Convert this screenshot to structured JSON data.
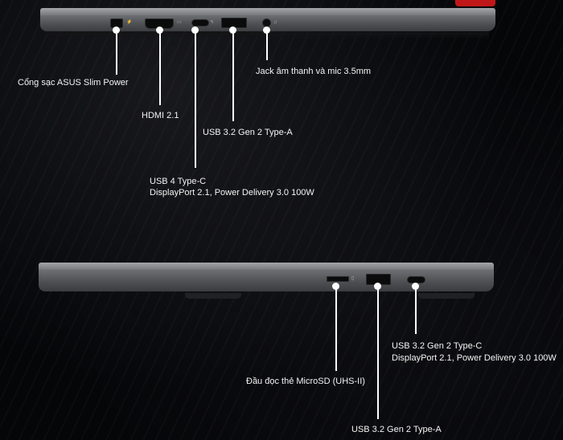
{
  "colors": {
    "background": "#050608",
    "laptop": "#6d6f73",
    "accent": "#c01818",
    "leader": "#ffffff"
  },
  "side_left": {
    "ports": [
      {
        "label": "Cổng sạc ASUS Slim Power",
        "icon": "power-port-icon"
      },
      {
        "label": "HDMI 2.1",
        "icon": "hdmi-port-icon"
      },
      {
        "label": "USB 4 Type-C",
        "sub": "DisplayPort 2.1, Power Delivery 3.0 100W",
        "icon": "usb-c-port-icon"
      },
      {
        "label": "USB 3.2 Gen 2 Type-A",
        "icon": "usb-a-port-icon"
      },
      {
        "label": "Jack âm thanh và mic 3.5mm",
        "icon": "audio-jack-icon"
      }
    ]
  },
  "side_right": {
    "ports": [
      {
        "label": "Đầu đọc thẻ MicroSD (UHS-II)",
        "icon": "microsd-slot-icon"
      },
      {
        "label": "USB 3.2 Gen 2 Type-A",
        "icon": "usb-a-port-icon"
      },
      {
        "label": "USB 3.2 Gen 2 Type-C",
        "sub": "DisplayPort 2.1, Power Delivery 3.0 100W",
        "icon": "usb-c-port-icon"
      }
    ]
  }
}
